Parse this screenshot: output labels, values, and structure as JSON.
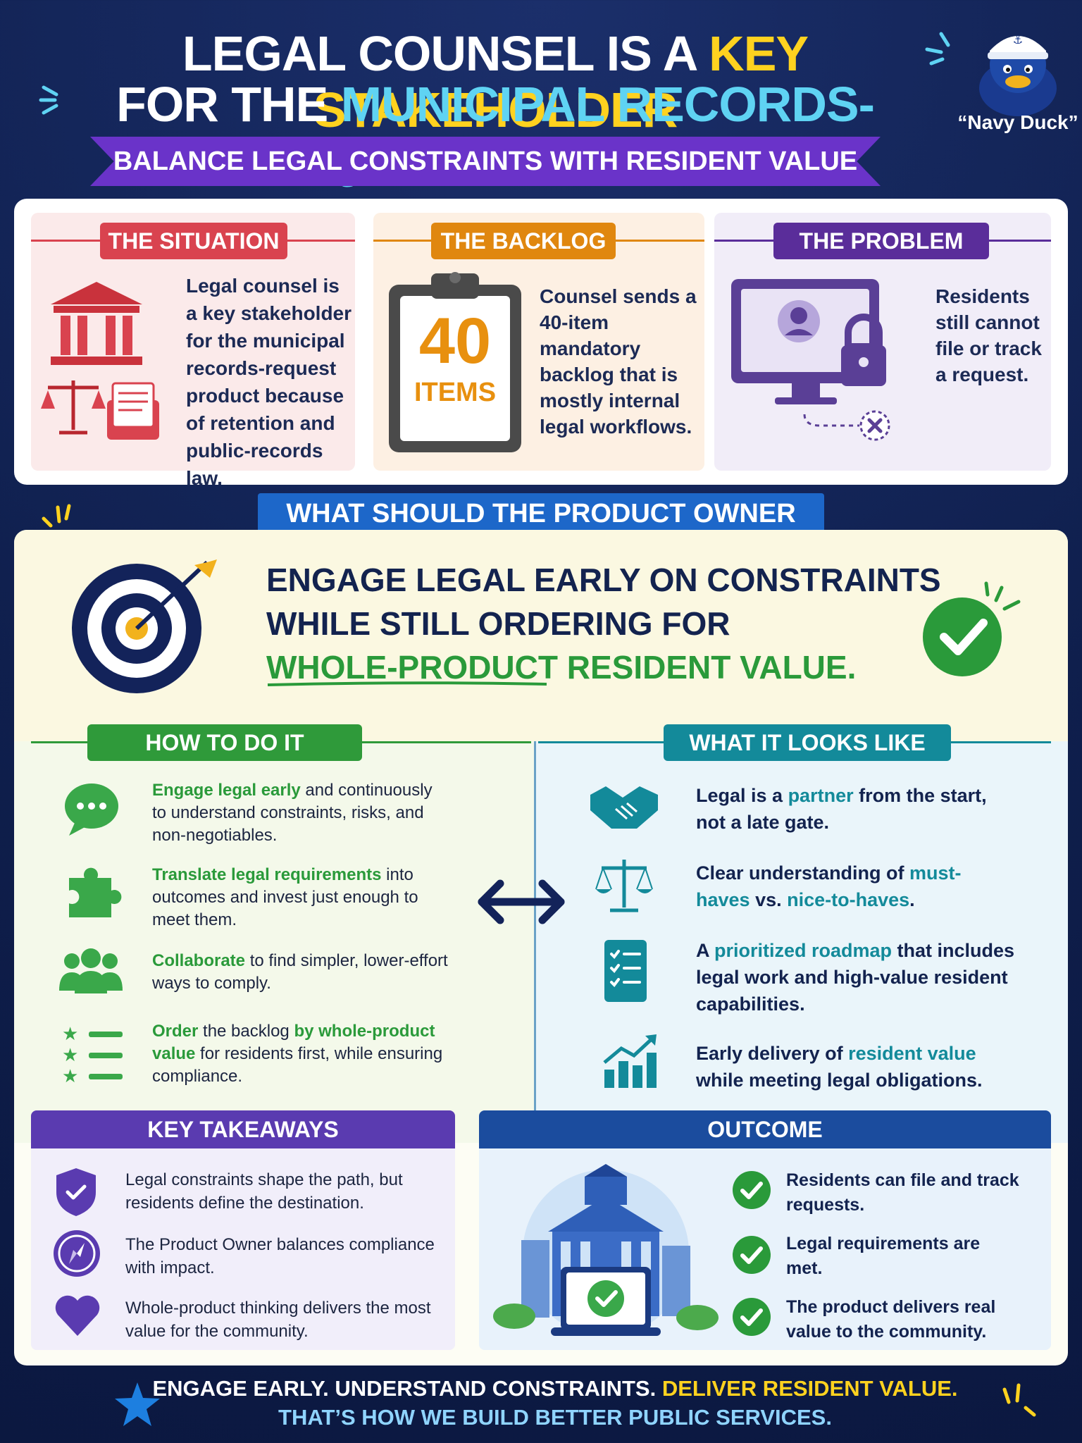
{
  "header": {
    "line1_a": "LEGAL COUNSEL IS A ",
    "line1_b": "KEY STAKEHOLDER",
    "line2_a": "FOR THE ",
    "line2_b": "MUNICIPAL RECORDS-REQUEST PRODUCT",
    "banner": "BALANCE LEGAL CONSTRAINTS WITH RESIDENT VALUE",
    "mascot_label": "“Navy Duck”"
  },
  "situation": {
    "title": "THE SITUATION",
    "text": "Legal counsel is a key stakeholder for the municipal records-request product because of retention and public-records law."
  },
  "backlog": {
    "title": "THE BACKLOG",
    "number": "40",
    "unit": "ITEMS",
    "text": "Counsel sends a 40-item mandatory backlog that is mostly internal legal workflows."
  },
  "problem": {
    "title": "THE PROBLEM",
    "text": "Residents still cannot file or track a request."
  },
  "question": "WHAT SHOULD THE PRODUCT OWNER DO?",
  "answer": {
    "line1": "ENGAGE LEGAL EARLY ON CONSTRAINTS",
    "line2": "WHILE STILL ORDERING FOR",
    "line3": "WHOLE-PRODUCT RESIDENT VALUE."
  },
  "how": {
    "title": "HOW TO DO IT",
    "items": [
      {
        "hl": "Engage legal early",
        "rest": " and continuously to understand constraints, risks, and non-negotiables."
      },
      {
        "hl": "Translate legal requirements",
        "rest": " into outcomes and invest just enough to meet them."
      },
      {
        "hl": "Collaborate",
        "rest": " to find simpler, lower-effort ways to comply."
      },
      {
        "hl": "Order",
        "mid": " the backlog ",
        "hl2": "by whole-product value",
        "rest": " for residents first, while ensuring compliance."
      }
    ]
  },
  "looks": {
    "title": "WHAT IT LOOKS LIKE",
    "items": [
      {
        "a": "Legal is a ",
        "hl": "partner",
        "b": " from the start, not a late gate."
      },
      {
        "a": "Clear understanding of ",
        "hl": "must-haves",
        "b": " vs. ",
        "hl2": "nice-to-haves",
        "c": "."
      },
      {
        "a": "A ",
        "hl": "prioritized roadmap",
        "b": " that includes legal work and high-value resident capabilities."
      },
      {
        "a": "Early delivery of ",
        "hl": "resident value",
        "b": " while meeting legal obligations."
      }
    ]
  },
  "takeaways": {
    "title": "KEY TAKEAWAYS",
    "items": [
      "Legal constraints shape the path, but residents define the destination.",
      "The Product Owner balances compliance with impact.",
      "Whole-product thinking delivers the most value for the community."
    ]
  },
  "outcome": {
    "title": "OUTCOME",
    "items": [
      "Residents can file and track requests.",
      "Legal requirements are met.",
      "The product delivers real value to the community."
    ]
  },
  "footer": {
    "line1_a": "ENGAGE EARLY. UNDERSTAND CONSTRAINTS. ",
    "line1_b": "DELIVER RESIDENT VALUE.",
    "line2": "THAT’S HOW WE BUILD BETTER PUBLIC SERVICES."
  },
  "colors": {
    "background": "#0f1f4d",
    "situation": "#d9434f",
    "backlog": "#e0870f",
    "problem": "#5a2d9a",
    "how": "#2f9a3a",
    "looks": "#138a9a",
    "takeaways": "#5a3bb0",
    "outcome": "#1b4c9e"
  }
}
